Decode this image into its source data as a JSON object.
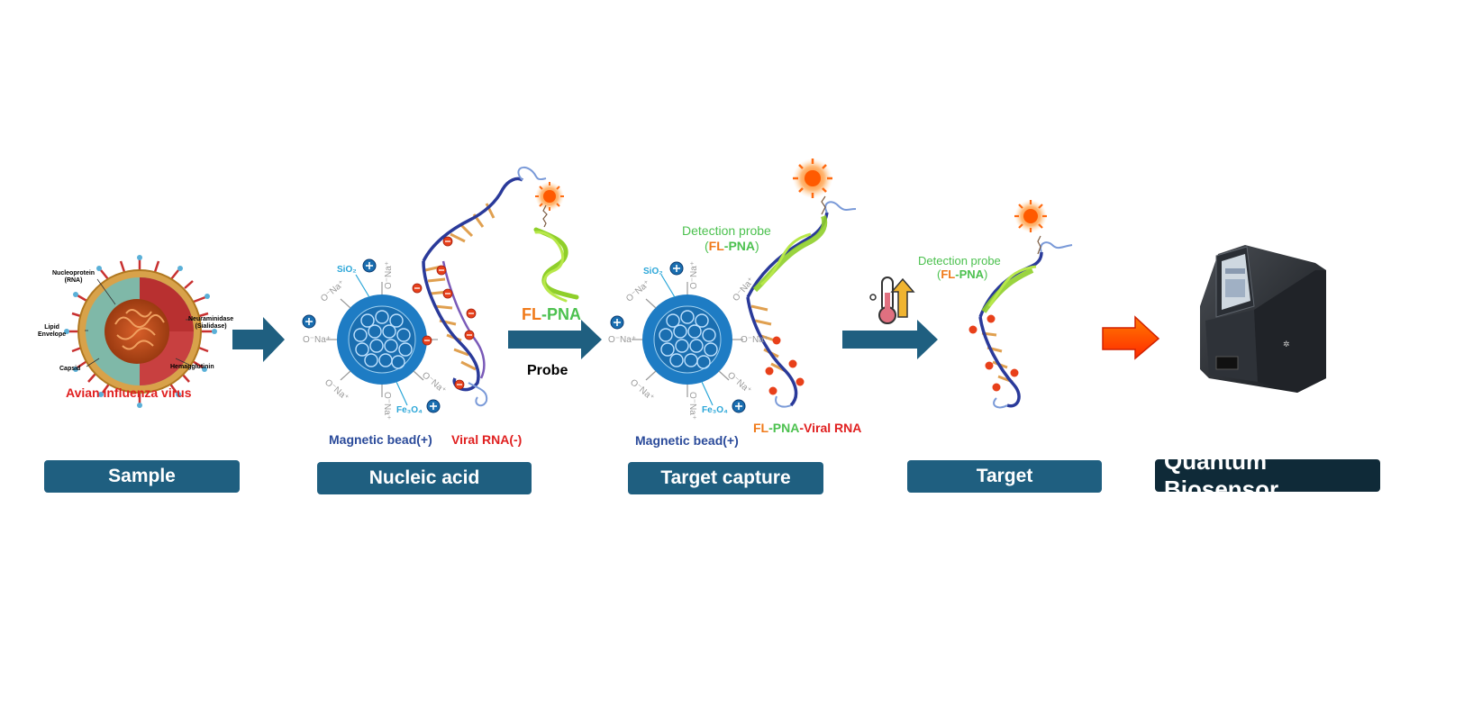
{
  "colors": {
    "box": "#1f5f80",
    "box_dark": "#0f2a38",
    "green": "#4cc14f",
    "orange": "#f07a1a",
    "red": "#e02020",
    "navy": "#2a4a9a",
    "cyan": "#2aa6d8"
  },
  "sample": {
    "virus_caption": "Avian Influenza virus",
    "labels": {
      "nucleoprotein": "Nucleoprotein\n(RNA)",
      "lipid": "Lipid\nEnvelope",
      "capsid": "Capsid",
      "neuraminidase": "Neuraminidase\n(Sialidase)",
      "hemagglutinin": "Hemagglutinin"
    }
  },
  "nucleic": {
    "sio2": "SiO₂",
    "fe3o4": "Fe₃O₄",
    "na_label": "O⁻Na⁺",
    "magnetic_bead": "Magnetic bead(+)",
    "viral_rna": "Viral RNA(-)"
  },
  "probe": {
    "fl": "FL",
    "dash": "-",
    "pna": "PNA",
    "caption": "Probe"
  },
  "capture": {
    "detection_probe": "Detection probe",
    "fl_pna_open": "(",
    "fl": "FL",
    "dash": "-",
    "pna": "PNA",
    "fl_pna_close": ")",
    "magnetic_bead": "Magnetic bead(+)",
    "sio2": "SiO₂",
    "fe3o4": "Fe₃O₄",
    "complex_fl": "FL",
    "complex_dash1": "-",
    "complex_pna": "PNA",
    "complex_dash2": "-",
    "complex_rna": "Viral RNA"
  },
  "target": {
    "detection_probe": "Detection probe",
    "open": "(",
    "fl": "FL",
    "dash": "-",
    "pna": "PNA",
    "close": ")"
  },
  "stages": [
    "Sample",
    "Nucleic acid",
    "Target capture",
    "Target",
    "Quantum Biosensor"
  ],
  "icons": [
    "virus-icon",
    "magnetic-bead-icon",
    "rna-strand-icon",
    "fluorophore-sun-icon",
    "thermometer-icon",
    "up-arrow-icon",
    "biosensor-device-icon",
    "right-arrow-icon"
  ]
}
